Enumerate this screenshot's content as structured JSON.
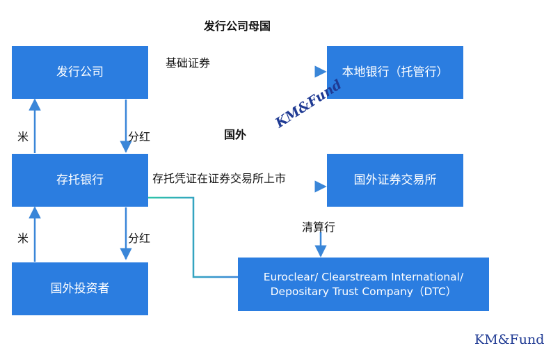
{
  "headers": {
    "home_country": "发行公司母国",
    "abroad": "国外"
  },
  "nodes": {
    "issuer": "发行公司",
    "local_bank": "本地银行（托管行）",
    "depositary_bank": "存托银行",
    "foreign_exchange": "国外证券交易所",
    "foreign_investor": "国外投资者",
    "clearing_line1": "Euroclear/ Clearstream International/",
    "clearing_line2": "Depositary Trust Company（DTC）"
  },
  "edges": {
    "underlying_securities": "基础证券",
    "listing": "存托凭证在证券交易所上市",
    "dividend_1": "分红",
    "dividend_2": "分红",
    "rice_1": "米",
    "rice_2": "米",
    "clearing_house": "清算行"
  },
  "watermark": {
    "diagonal": "KM&Fund",
    "corner": "KM&Fund"
  },
  "colors": {
    "box": "#2b7de0",
    "arrow_blue": "#3a86d8",
    "arrow_teal": "#2ec4a8"
  }
}
